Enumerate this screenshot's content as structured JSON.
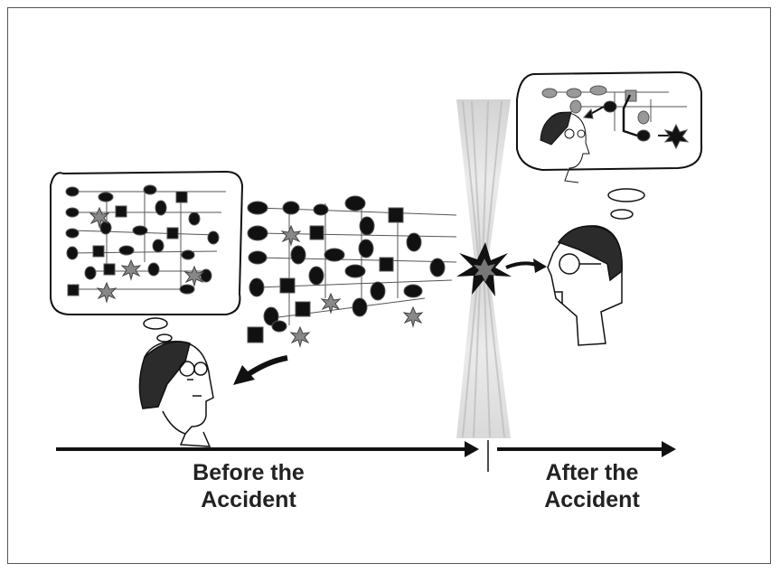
{
  "captions": {
    "before_line1": "Before the",
    "before_line2": "Accident",
    "after_line1": "After the",
    "after_line2": "Accident"
  },
  "colors": {
    "ink": "#111111",
    "line": "#555555",
    "gray_node": "#8a8a8a",
    "background": "#ffffff"
  },
  "icons": [
    "person-head-icon",
    "thought-bubble-icon",
    "explosion-icon",
    "curved-arrow-icon",
    "timeline-arrow-icon",
    "starburst-node-icon"
  ]
}
